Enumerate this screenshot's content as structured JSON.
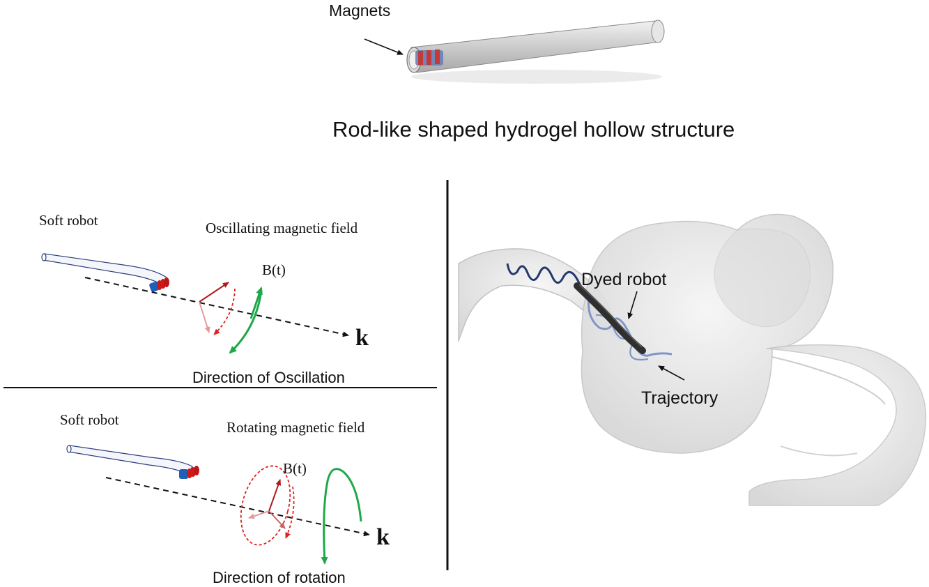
{
  "top": {
    "magnets_label": "Magnets",
    "structure_caption": "Rod-like shaped hydrogel hollow structure"
  },
  "oscillating_panel": {
    "robot_label": "Soft robot",
    "field_label": "Oscillating magnetic field",
    "field_symbol": "B(t)",
    "wave_vector": "k",
    "direction_label": "Direction of Oscillation"
  },
  "rotating_panel": {
    "robot_label": "Soft robot",
    "field_label": "Rotating magnetic field",
    "field_symbol": "B(t)",
    "wave_vector": "k",
    "direction_label": "Direction of rotation"
  },
  "vessel_panel": {
    "robot_label": "Dyed robot",
    "trajectory_label": "Trajectory"
  },
  "colors": {
    "magnet_red": "#d01818",
    "magnet_blue": "#1f5fb8",
    "field_arrow": "#b01a1a",
    "oscillation_arrow": "#1fa84a",
    "trajectory_dark": "#23396e",
    "trajectory_light": "#7f96c8"
  }
}
